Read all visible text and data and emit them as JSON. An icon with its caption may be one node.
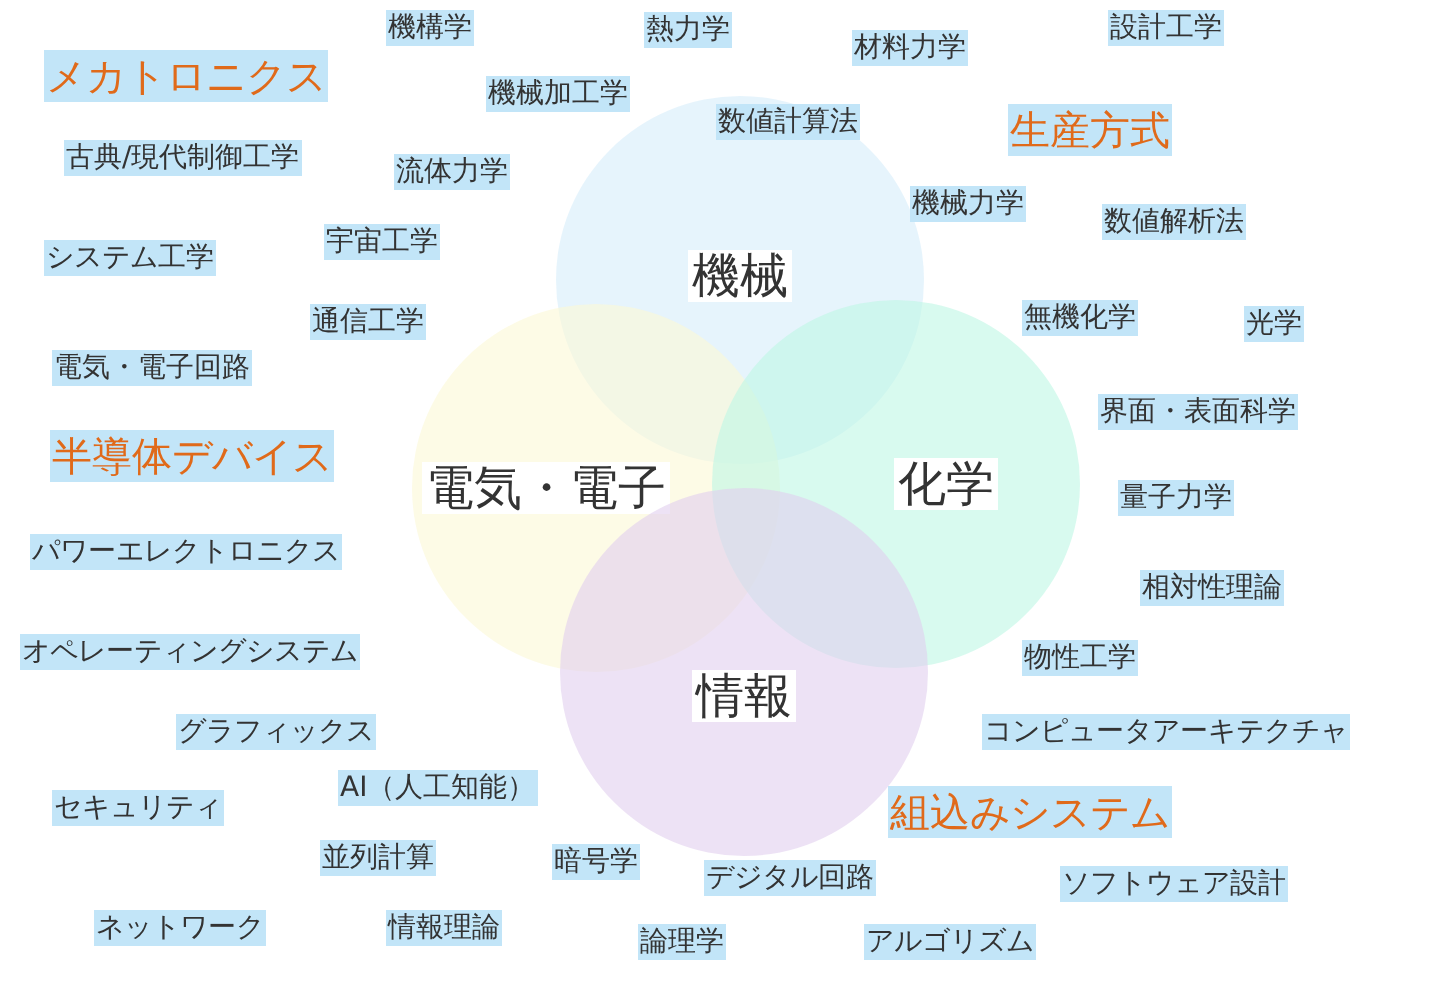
{
  "diagram": {
    "nodes": [
      {
        "text": [
          "機械"
        ]
      },
      {
        "text": [
          "電気・電子"
        ]
      },
      {
        "text": [
          "化学"
        ]
      },
      {
        "text": [
          "情報"
        ]
      }
    ],
    "labels": [
      "メカトロニクス",
      "機構学",
      "熱力学",
      "材料力学",
      "設計工学",
      "機械加工学",
      "数値計算法",
      "生産方式",
      "古典/現代制御工学",
      "流体力学",
      "機械力学",
      "数値解析法",
      "システム工学",
      "宇宙工学",
      "通信工学",
      "無機化学",
      "光学",
      "電気・電子回路",
      "界面・表面科学",
      "半導体デバイス",
      "量子力学",
      "パワーエレクトロニクス",
      "相対性理論",
      "オペレーティングシステム",
      "物性工学",
      "グラフィックス",
      "コンピュータアーキテクチャ",
      "AI（人工知能）",
      "セキュリティ",
      "組込みシステム",
      "並列計算",
      "暗号学",
      "デジタル回路",
      "ソフトウェア設計",
      "ネットワーク",
      "情報理論",
      "論理学",
      "アルゴリズム"
    ]
  }
}
